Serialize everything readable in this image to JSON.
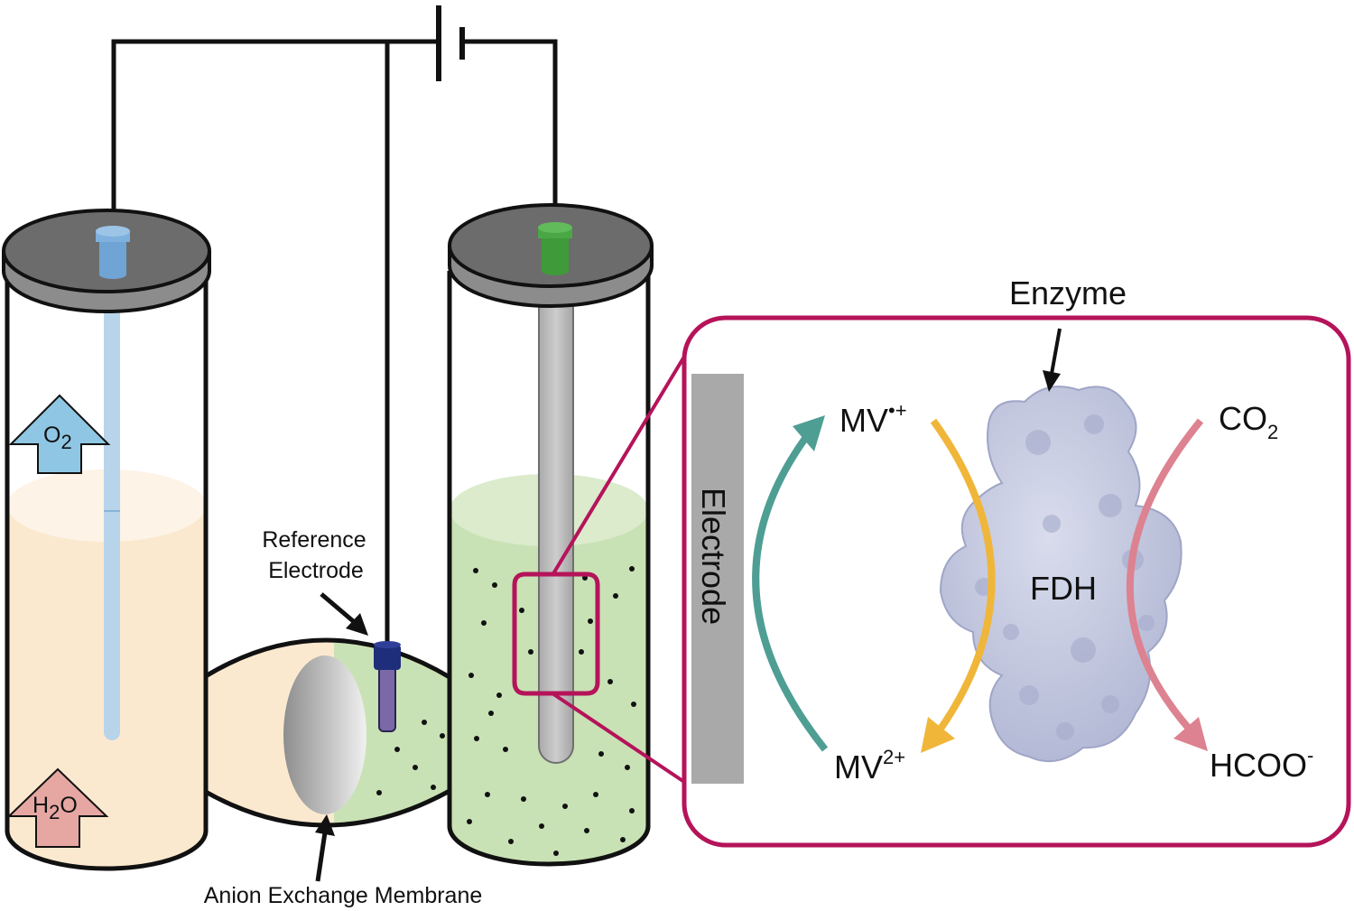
{
  "labels": {
    "reference_line1": "Reference",
    "reference_line2": "Electrode",
    "membrane": "Anion Exchange Membrane",
    "enzyme": "Enzyme",
    "electrode": "Electrode",
    "fdh": "FDH",
    "o2": {
      "base": "O",
      "sub": "2"
    },
    "h2o": {
      "base": "H",
      "sub": "2",
      "tail": "O"
    },
    "mv_radical": {
      "base": "MV",
      "sup": "•+"
    },
    "mv_dication": {
      "base": "MV",
      "sup": "2+"
    },
    "co2": {
      "base": "CO",
      "sub": "2"
    },
    "formate": {
      "base": "HCOO",
      "sup": "-"
    }
  },
  "colors": {
    "anolyte": "#fbe9cf",
    "catholyte": "#c9e2b5",
    "anode_cap": "#6fa4d4",
    "cathode_cap": "#3f9a3a",
    "reference_cap": "#1f2e7a",
    "zoom_frame": "#b5135a",
    "teal_arrow": "#4e9e94",
    "yellow_arrow": "#f0b63a",
    "pink_arrow": "#dd8290",
    "o2_arrow": "#8fc6e4",
    "h2o_arrow": "#e6a7a3",
    "enzyme": "#c2c7df",
    "electrode_bar": "#a9a9a9"
  }
}
